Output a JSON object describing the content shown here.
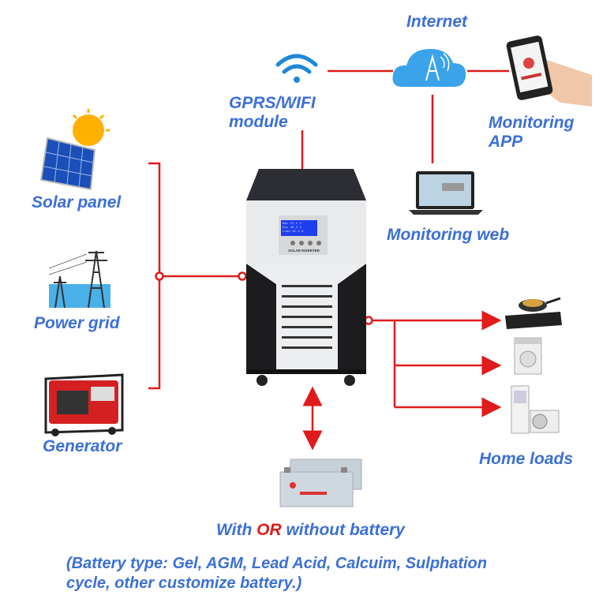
{
  "labels": {
    "internet": "Internet",
    "gprs_line1": "GPRS/WIFI",
    "gprs_line2": "module",
    "monitoring_app_line1": "Monitoring",
    "monitoring_app_line2": "APP",
    "monitoring_web": "Monitoring web",
    "solar_panel": "Solar panel",
    "power_grid": "Power grid",
    "generator": "Generator",
    "home_loads": "Home loads",
    "battery_prefix": "With ",
    "battery_or": "OR",
    "battery_suffix": " without battery",
    "battery_note_line1": "(Battery type: Gel, AGM, Lead Acid, Calcuim, Sulphation",
    "battery_note_line2": "cycle, other customize battery.)"
  },
  "inverter": {
    "brand_text": "SOLAR INVERTER"
  },
  "colors": {
    "text": "#3b6fd6",
    "line": "#e01b1b",
    "lcd": "#1f3df0"
  }
}
